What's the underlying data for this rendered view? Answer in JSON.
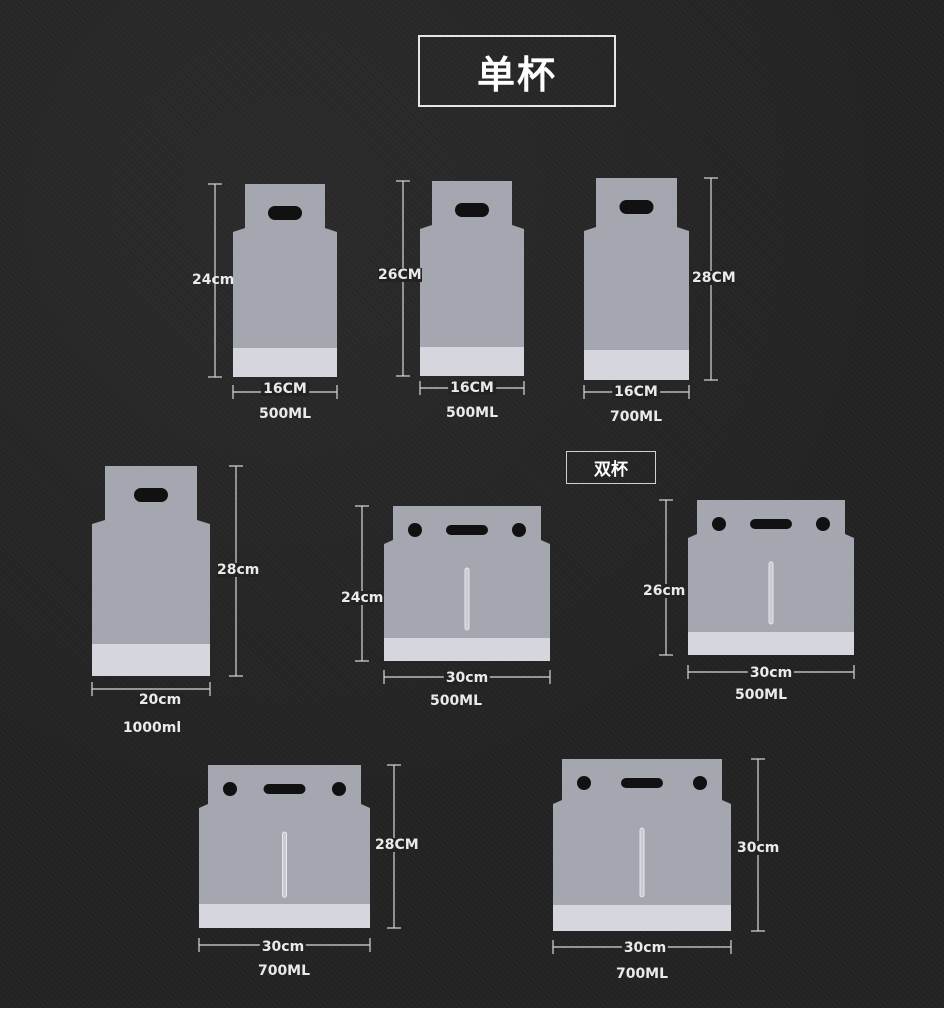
{
  "page": {
    "title": "单杯",
    "subtitle": "双杯"
  },
  "colors": {
    "background": "#232323",
    "bag": "#a4a6b0",
    "bag_band": "#d6d7de",
    "hole": "#111111",
    "dimension_line": "#d8d8d8"
  },
  "single_bags": [
    {
      "height": "24cm",
      "width": "16CM",
      "capacity": "500ML"
    },
    {
      "height": "26CM",
      "width": "16CM",
      "capacity": "500ML"
    },
    {
      "height": "28CM",
      "width": "16CM",
      "capacity": "700ML"
    },
    {
      "height": "28cm",
      "width": "20cm",
      "capacity": "1000ml"
    }
  ],
  "double_bags": [
    {
      "height": "24cm",
      "width": "30cm",
      "capacity": "500ML"
    },
    {
      "height": "26cm",
      "width": "30cm",
      "capacity": "500ML"
    },
    {
      "height": "28CM",
      "width": "30cm",
      "capacity": "700ML"
    },
    {
      "height": "30cm",
      "width": "30cm",
      "capacity": "700ML"
    }
  ]
}
